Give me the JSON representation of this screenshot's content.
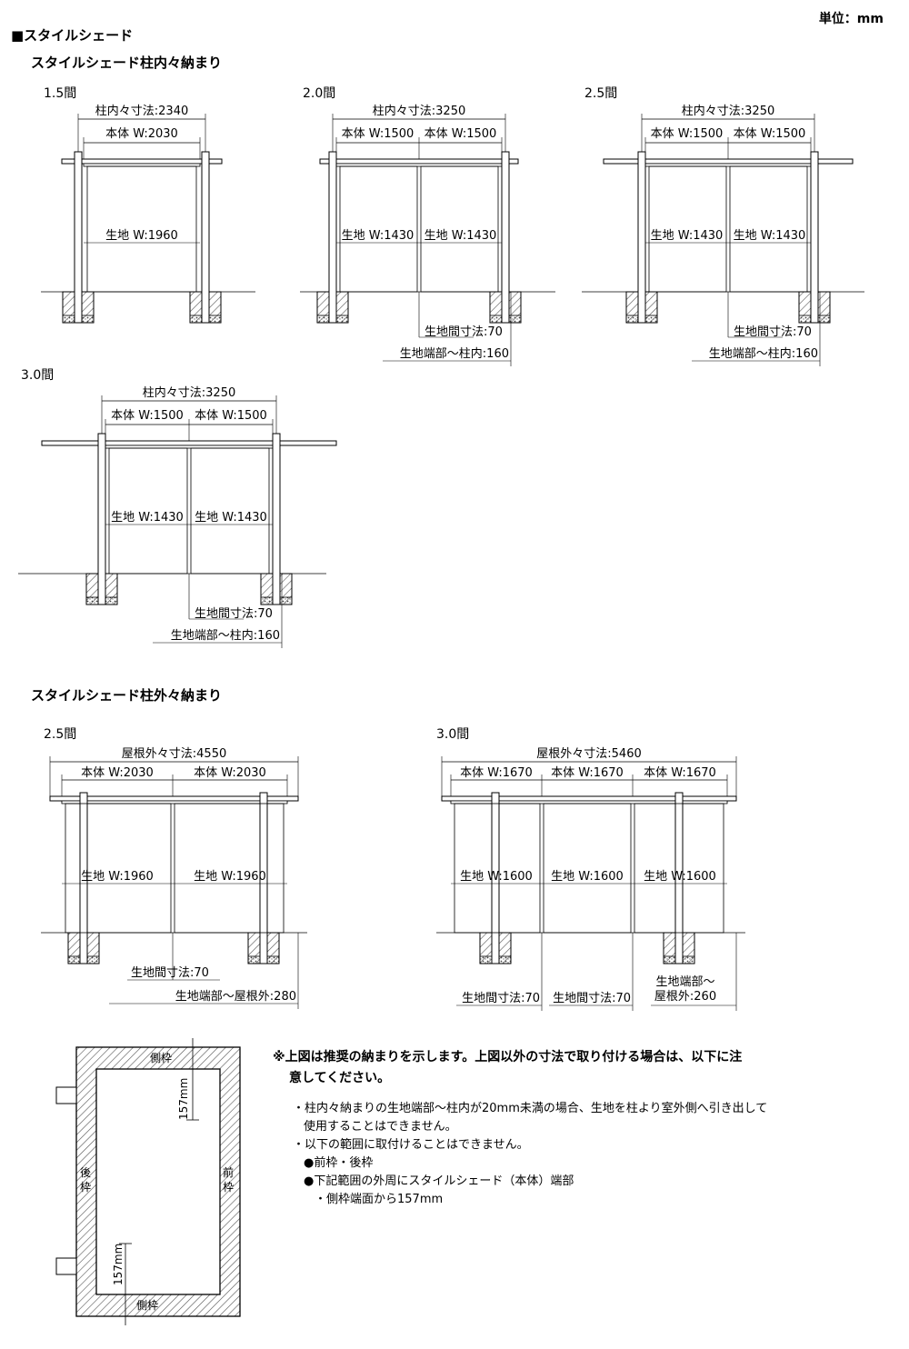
{
  "header": {
    "unit_label": "単位：mm",
    "section_title": "■スタイルシェード",
    "sub_inner": "スタイルシェード柱内々納まり",
    "sub_outer": "スタイルシェード柱外々納まり"
  },
  "inner": [
    {
      "size": "1.5間",
      "overall": "柱内々寸法:2340",
      "body": [
        "本体 W:2030"
      ],
      "fabric": [
        "生地 W:1960"
      ],
      "gap": "",
      "end": ""
    },
    {
      "size": "2.0間",
      "overall": "柱内々寸法:3250",
      "body": [
        "本体 W:1500",
        "本体 W:1500"
      ],
      "fabric": [
        "生地 W:1430",
        "生地 W:1430"
      ],
      "gap": "生地間寸法:70",
      "end": "生地端部～柱内:160"
    },
    {
      "size": "2.5間",
      "overall": "柱内々寸法:3250",
      "body": [
        "本体 W:1500",
        "本体 W:1500"
      ],
      "fabric": [
        "生地 W:1430",
        "生地 W:1430"
      ],
      "gap": "生地間寸法:70",
      "end": "生地端部～柱内:160"
    },
    {
      "size": "3.0間",
      "overall": "柱内々寸法:3250",
      "body": [
        "本体 W:1500",
        "本体 W:1500"
      ],
      "fabric": [
        "生地 W:1430",
        "生地 W:1430"
      ],
      "gap": "生地間寸法:70",
      "end": "生地端部～柱内:160"
    }
  ],
  "outer": [
    {
      "size": "2.5間",
      "overall": "屋根外々寸法:4550",
      "body": [
        "本体 W:2030",
        "本体 W:2030"
      ],
      "fabric": [
        "生地 W:1960",
        "生地 W:1960"
      ],
      "gap": "生地間寸法:70",
      "end": "生地端部～屋根外:280"
    },
    {
      "size": "3.0間",
      "overall": "屋根外々寸法:5460",
      "body": [
        "本体 W:1670",
        "本体 W:1670",
        "本体 W:1670"
      ],
      "fabric": [
        "生地 W:1600",
        "生地 W:1600",
        "生地 W:1600"
      ],
      "gap1": "生地間寸法:70",
      "gap2": "生地間寸法:70",
      "end1": "生地端部～",
      "end2": "屋根外:260"
    }
  ],
  "plan": {
    "side_top": "側枠",
    "side_bottom": "側枠",
    "rear": "後枠",
    "front": "前枠",
    "dim_top": "157mm",
    "dim_bottom": "157mm"
  },
  "notes": {
    "main_line1": "※上図は推奨の納まりを示します。上図以外の寸法で取り付ける場合は、以下に注",
    "main_line2": "意してください。",
    "bullet1_line1": "・柱内々納まりの生地端部～柱内が20mm未満の場合、生地を柱より室外側へ引き出して",
    "bullet1_line2": "使用することはできません。",
    "bullet2": "・以下の範囲に取付けることはできません。",
    "sub1": "●前枠・後枠",
    "sub2": "●下記範囲の外周にスタイルシェード（本体）端部",
    "sub3": "・側枠端面から157mm"
  }
}
